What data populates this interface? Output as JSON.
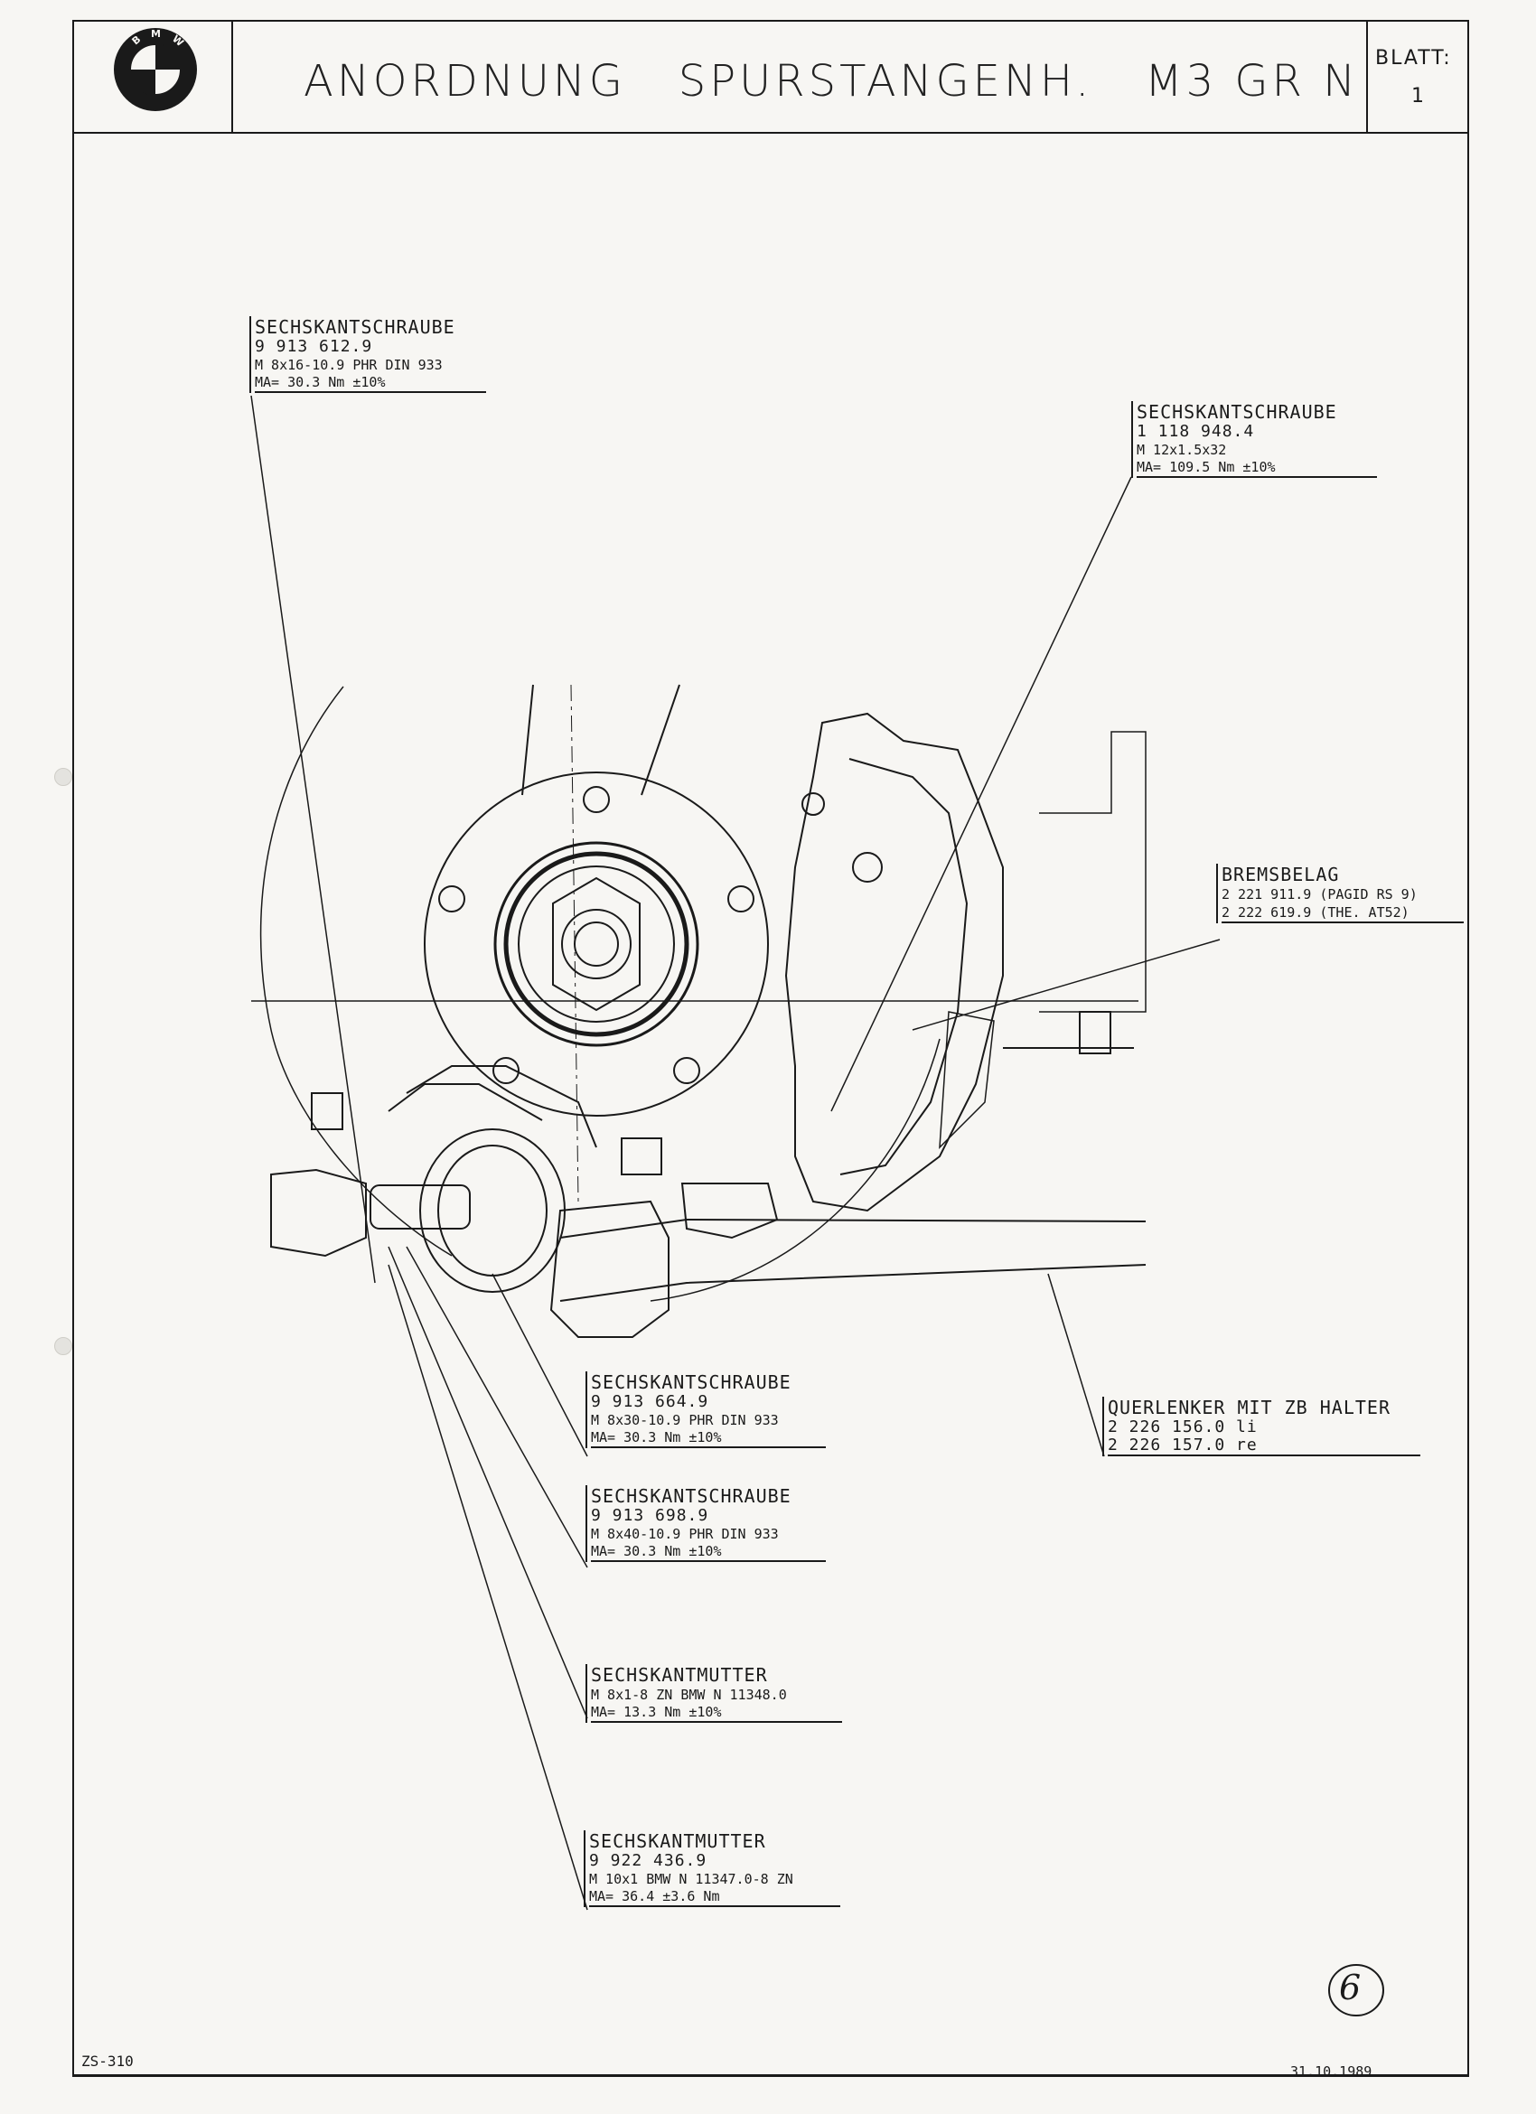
{
  "title_block": {
    "logo_text": "BMW",
    "title": "ANORDNUNG   SPURSTANGENH.   M3 GR N",
    "blatt_label": "BLATT:",
    "blatt_value": "1"
  },
  "callouts": {
    "bolt_upper_left": {
      "title": "SECHSKANTSCHRAUBE",
      "part_no": "9 913 612.9",
      "spec": "M 8x16-10.9 PHR DIN 933",
      "torque": "MA= 30.3 Nm ±10%"
    },
    "bolt_upper_right": {
      "title": "SECHSKANTSCHRAUBE",
      "part_no": "1 118 948.4",
      "spec": "M 12x1.5x32",
      "torque": "MA= 109.5 Nm ±10%"
    },
    "brake_pad": {
      "title": "BREMSBELAG",
      "line1": "2 221 911.9  (PAGID RS 9)",
      "line2": "2 222 619.9  (THE. AT52)"
    },
    "control_arm": {
      "title": "QUERLENKER MIT ZB HALTER",
      "line1": "2 226 156.0  li",
      "line2": "2 226 157.0  re"
    },
    "bolt_middle_1": {
      "title": "SECHSKANTSCHRAUBE",
      "part_no": "9 913 664.9",
      "spec": "M 8x30-10.9 PHR DIN 933",
      "torque": "MA= 30.3 Nm ±10%"
    },
    "bolt_middle_2": {
      "title": "SECHSKANTSCHRAUBE",
      "part_no": "9 913 698.9",
      "spec": "M 8x40-10.9 PHR DIN 933",
      "torque": "MA= 30.3 Nm ±10%"
    },
    "nut_1": {
      "title": "SECHSKANTMUTTER",
      "spec": "M 8x1-8 ZN   BMW N 11348.0",
      "torque": "MA= 13.3 Nm ±10%"
    },
    "nut_2": {
      "title": "SECHSKANTMUTTER",
      "part_no": "9 922 436.9",
      "spec": "M 10x1 BMW N 11347.0-8 ZN",
      "torque": "MA= 36.4 ±3.6 Nm"
    }
  },
  "footer": {
    "drawing_no": "ZS-310",
    "date": "31.10.1989",
    "sheet_mark": "6"
  }
}
